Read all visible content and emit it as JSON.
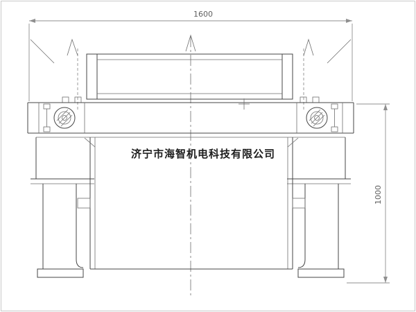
{
  "colors": {
    "background": "#fbfbfb",
    "paper": "#ffffff",
    "line": "#454545",
    "thin_line": "#6e6e6e",
    "dim_line": "#8f8f8f",
    "dim_text": "#5f5f5f",
    "border": "#c9c9c9",
    "watermark_text": "#1d1d1d"
  },
  "dimensions": {
    "top_width_label": "1600",
    "right_height_label": "1000"
  },
  "watermark": {
    "company_text": "济宁市海智机电科技有限公司"
  }
}
